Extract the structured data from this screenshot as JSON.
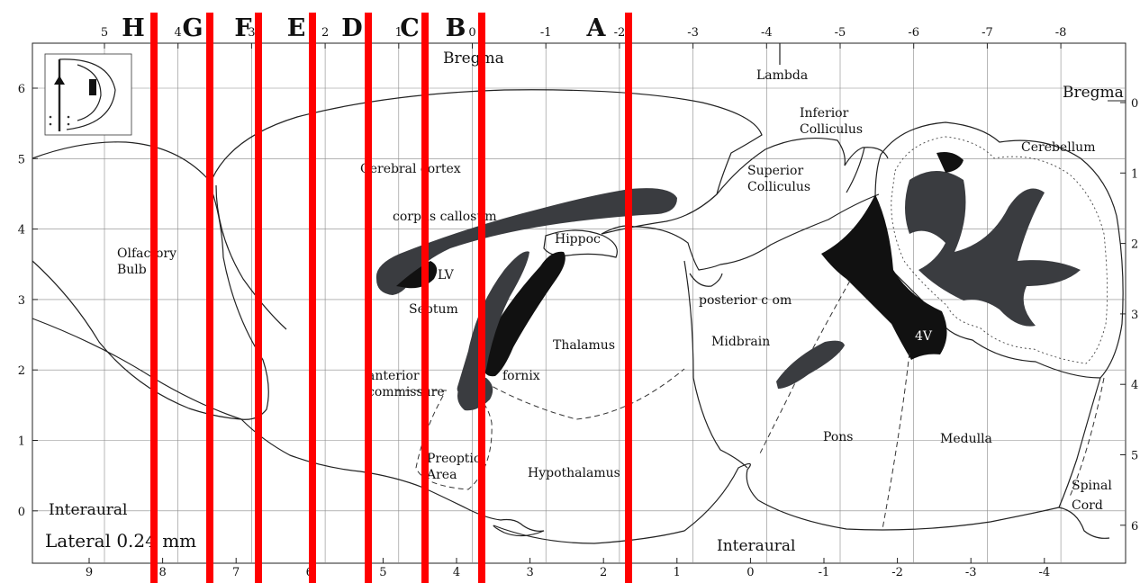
{
  "top_axis_labels": [
    "5",
    "4",
    "3",
    "2",
    "1",
    "0",
    "-1",
    "-2",
    "-3",
    "-4",
    "-5",
    "-6",
    "-7",
    "-8"
  ],
  "bottom_axis_labels": [
    "9",
    "8",
    "7",
    "6",
    "5",
    "4",
    "3",
    "2",
    "1",
    "0",
    "-1",
    "-2",
    "-3",
    "-4"
  ],
  "left_axis_labels": [
    "6",
    "5",
    "4",
    "3",
    "2",
    "1",
    "0"
  ],
  "right_axis_labels": [
    "0",
    "1",
    "2",
    "3",
    "4",
    "5",
    "6"
  ],
  "section_letters": [
    "H",
    "G",
    "F",
    "E",
    "D",
    "C",
    "B",
    "A"
  ],
  "labels": {
    "bregma_top": "Bregma",
    "bregma_right": "Bregma",
    "lambda": "Lambda",
    "inferior_colliculus": [
      "Inferior",
      "Colliculus"
    ],
    "superior_colliculus": [
      "Superior",
      "Colliculus"
    ],
    "cerebellum": "Cerebellum",
    "cerebral_cortex": "Cerebral cortex",
    "corpus_callosum": "corpus callosum",
    "hippocampus": "Hippoc",
    "olfactory_bulb": [
      "Olfactory",
      "Bulb"
    ],
    "lv": "LV",
    "septum": "Septum",
    "thalamus": "Thalamus",
    "posterior_commissure": "posterior c om",
    "midbrain": "Midbrain",
    "fourth_ventricle": "4V",
    "anterior_commissure": [
      "anterior",
      "commissure"
    ],
    "fornix": "fornix",
    "preoptic_area": [
      "Preoptic",
      "Area"
    ],
    "hypothalamus": "Hypothalamus",
    "pons": "Pons",
    "medulla": "Medulla",
    "spinal_cord": [
      "Spinal",
      "Cord"
    ],
    "interaural_left": "Interaural",
    "interaural_bottom": "Interaural",
    "lateral": "Lateral  0.24  mm"
  },
  "colors": {
    "section_line": "#ff0000",
    "ventricle": "#3a3c40",
    "ventricle_dark": "#111111",
    "outline": "#222222"
  }
}
